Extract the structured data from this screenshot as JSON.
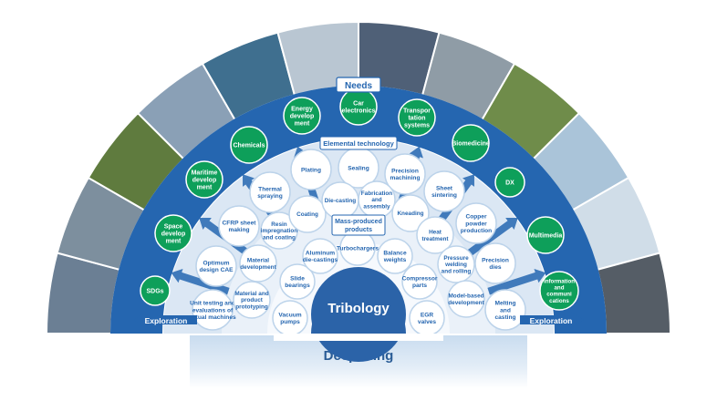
{
  "center": {
    "label": "Tribology"
  },
  "section_labels": {
    "needs": "Needs",
    "elemental": "Elemental technology",
    "mass_produced": [
      "Mass-produced",
      "products"
    ]
  },
  "arrows": {
    "left": "Exploration",
    "right": "Exploration",
    "bottom": "Deepening"
  },
  "colors": {
    "needs_green": "#0e9f5a",
    "primary_blue": "#2566b0",
    "light_blue": "#dbe7f4",
    "center_blue": "#2b63a8"
  },
  "needs": [
    {
      "lines": [
        "SDGs"
      ]
    },
    {
      "lines": [
        "Space",
        "develop",
        "ment"
      ]
    },
    {
      "lines": [
        "Maritime",
        "develop",
        "ment"
      ]
    },
    {
      "lines": [
        "Chemicals"
      ]
    },
    {
      "lines": [
        "Energy",
        "develop",
        "ment"
      ]
    },
    {
      "lines": [
        "Car",
        "electronics"
      ]
    },
    {
      "lines": [
        "Transpor",
        "tation",
        "systems"
      ]
    },
    {
      "lines": [
        "Biomedicine"
      ]
    },
    {
      "lines": [
        "DX"
      ]
    },
    {
      "lines": [
        "Multimedia"
      ]
    },
    {
      "lines": [
        "Information",
        "and",
        "communi",
        "cations"
      ]
    }
  ],
  "elemental_technology": [
    {
      "lines": [
        "Unit testing and",
        "evaluations of",
        "actual machines"
      ]
    },
    {
      "lines": [
        "Optimum",
        "design CAE"
      ]
    },
    {
      "lines": [
        "CFRP sheet",
        "making"
      ]
    },
    {
      "lines": [
        "Thermal",
        "spraying"
      ]
    },
    {
      "lines": [
        "Plating"
      ]
    },
    {
      "lines": [
        "Sealing"
      ]
    },
    {
      "lines": [
        "Precision",
        "machining"
      ]
    },
    {
      "lines": [
        "Sheet",
        "sintering"
      ]
    },
    {
      "lines": [
        "Copper",
        "powder",
        "production"
      ]
    },
    {
      "lines": [
        "Precision",
        "dies"
      ]
    },
    {
      "lines": [
        "Melting",
        "and",
        "casting"
      ]
    }
  ],
  "middle_ring": [
    {
      "lines": [
        "Material and",
        "product",
        "prototyping"
      ]
    },
    {
      "lines": [
        "Material",
        "development"
      ]
    },
    {
      "lines": [
        "Resin",
        "impregnation",
        "and coating"
      ]
    },
    {
      "lines": [
        "Coating"
      ]
    },
    {
      "lines": [
        "Die-casting"
      ]
    },
    {
      "lines": [
        "Fabrication",
        "and",
        "assembly"
      ]
    },
    {
      "lines": [
        "Kneading"
      ]
    },
    {
      "lines": [
        "Heat",
        "treatment"
      ]
    },
    {
      "lines": [
        "Pressure",
        "welding",
        "and rolling"
      ]
    },
    {
      "lines": [
        "Model-based",
        "development"
      ]
    }
  ],
  "mass_produced_products": [
    {
      "lines": [
        "Vacuum",
        "pumps"
      ]
    },
    {
      "lines": [
        "Slide",
        "bearings"
      ]
    },
    {
      "lines": [
        "Aluminum",
        "die-castings"
      ]
    },
    {
      "lines": [
        "Turbochargers"
      ]
    },
    {
      "lines": [
        "Balance",
        "weights"
      ]
    },
    {
      "lines": [
        "Compressor",
        "parts"
      ]
    },
    {
      "lines": [
        "EGR",
        "valves"
      ]
    }
  ]
}
